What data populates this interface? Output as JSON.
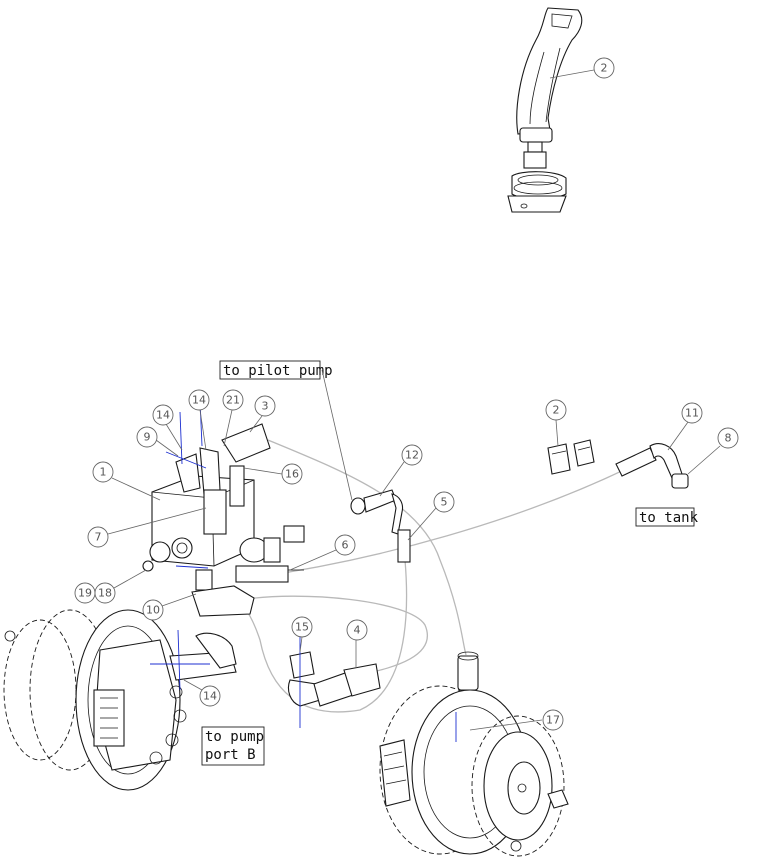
{
  "notes": {
    "pilot_pump": "to pilot pump",
    "tank": "to tank",
    "pump_port_line1": "to pump",
    "pump_port_line2": "port B"
  },
  "callouts": [
    {
      "id": "c-2-joystick",
      "label": "2"
    },
    {
      "id": "c-14-a",
      "label": "14"
    },
    {
      "id": "c-14-b",
      "label": "14"
    },
    {
      "id": "c-21",
      "label": "21"
    },
    {
      "id": "c-3",
      "label": "3"
    },
    {
      "id": "c-9",
      "label": "9"
    },
    {
      "id": "c-16",
      "label": "16"
    },
    {
      "id": "c-1",
      "label": "1"
    },
    {
      "id": "c-7",
      "label": "7"
    },
    {
      "id": "c-12",
      "label": "12"
    },
    {
      "id": "c-5",
      "label": "5"
    },
    {
      "id": "c-6",
      "label": "6"
    },
    {
      "id": "c-19",
      "label": "19"
    },
    {
      "id": "c-18",
      "label": "18"
    },
    {
      "id": "c-10",
      "label": "10"
    },
    {
      "id": "c-2-connectors",
      "label": "2"
    },
    {
      "id": "c-11",
      "label": "11"
    },
    {
      "id": "c-8",
      "label": "8"
    },
    {
      "id": "c-15",
      "label": "15"
    },
    {
      "id": "c-4",
      "label": "4"
    },
    {
      "id": "c-14-c",
      "label": "14"
    },
    {
      "id": "c-17",
      "label": "17"
    }
  ]
}
